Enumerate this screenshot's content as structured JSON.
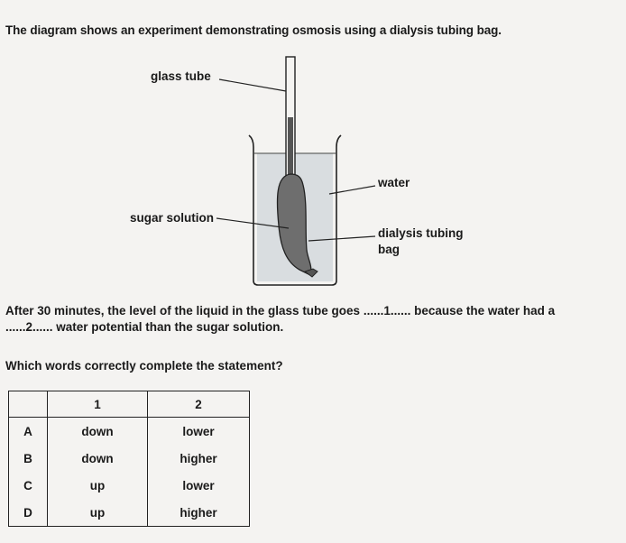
{
  "intro": "The diagram shows an experiment demonstrating osmosis using a dialysis tubing bag.",
  "diagram": {
    "labels": {
      "glass_tube": "glass tube",
      "water": "water",
      "sugar_solution": "sugar solution",
      "dialysis_line1": "dialysis tubing",
      "dialysis_line2": "bag"
    }
  },
  "statement": {
    "line1": "After 30 minutes, the level of the liquid in the glass tube goes ......1...... because the water had a",
    "line2": "......2...... water potential than the sugar solution."
  },
  "question": "Which words correctly complete the statement?",
  "table": {
    "headers": [
      "",
      "1",
      "2"
    ],
    "rows": [
      [
        "A",
        "down",
        "lower"
      ],
      [
        "B",
        "down",
        "higher"
      ],
      [
        "C",
        "up",
        "lower"
      ],
      [
        "D",
        "up",
        "higher"
      ]
    ]
  }
}
